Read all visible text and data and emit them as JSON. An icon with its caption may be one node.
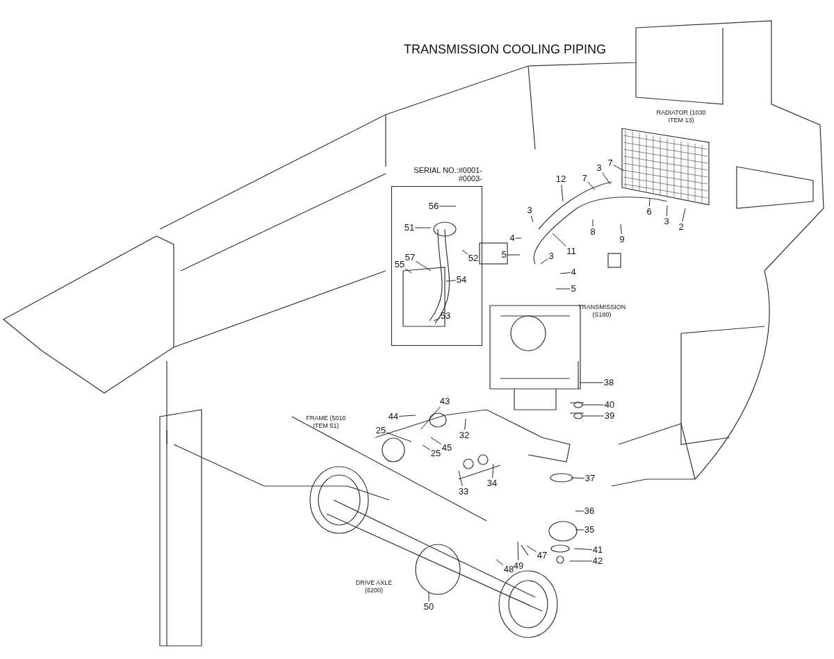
{
  "diagram": {
    "title": "TRANSMISSION COOLING PIPING",
    "nodes": [
      {
        "text": [
          "SERIAL NO.:#0001- #0003-"
        ]
      },
      {
        "text": [
          "56"
        ],
        "in": 0
      },
      {
        "text": [
          "51"
        ],
        "in": 0
      },
      {
        "text": [
          "57"
        ],
        "in": 0
      },
      {
        "text": [
          "55"
        ],
        "in": 0
      },
      {
        "text": [
          "52"
        ],
        "in": 0
      },
      {
        "text": [
          "54"
        ],
        "in": 0
      },
      {
        "text": [
          "53"
        ],
        "in": 0
      },
      {
        "text": [
          "7"
        ]
      },
      {
        "text": [
          "3"
        ]
      },
      {
        "text": [
          "12"
        ]
      },
      {
        "text": [
          "7"
        ]
      },
      {
        "text": [
          "3"
        ]
      },
      {
        "text": [
          "6"
        ]
      },
      {
        "text": [
          "3"
        ]
      },
      {
        "text": [
          "4"
        ]
      },
      {
        "text": [
          "8"
        ]
      },
      {
        "text": [
          "9"
        ]
      },
      {
        "text": [
          "2"
        ]
      },
      {
        "text": [
          "5"
        ]
      },
      {
        "text": [
          "11"
        ]
      },
      {
        "text": [
          "3"
        ]
      },
      {
        "text": [
          "4"
        ]
      },
      {
        "text": [
          "5"
        ]
      },
      {
        "text": [
          "38"
        ]
      },
      {
        "text": [
          "40"
        ]
      },
      {
        "text": [
          "39"
        ]
      },
      {
        "text": [
          "43"
        ]
      },
      {
        "text": [
          "44"
        ]
      },
      {
        "text": [
          "25"
        ]
      },
      {
        "text": [
          "32"
        ]
      },
      {
        "text": [
          "45"
        ]
      },
      {
        "text": [
          "25"
        ]
      },
      {
        "text": [
          "34"
        ]
      },
      {
        "text": [
          "37"
        ]
      },
      {
        "text": [
          "33"
        ]
      },
      {
        "text": [
          "36"
        ]
      },
      {
        "text": [
          "35"
        ]
      },
      {
        "text": [
          "47"
        ]
      },
      {
        "text": [
          "41"
        ]
      },
      {
        "text": [
          "42"
        ]
      },
      {
        "text": [
          "49"
        ]
      },
      {
        "text": [
          "48"
        ]
      },
      {
        "text": [
          "50"
        ]
      }
    ],
    "edges": [
      {
        "from": 1,
        "to": null,
        "arrow": "none"
      },
      {
        "from": 2,
        "to": null,
        "arrow": "none"
      },
      {
        "from": 3,
        "to": null,
        "arrow": "none"
      },
      {
        "from": 4,
        "to": null,
        "arrow": "none"
      },
      {
        "from": 5,
        "to": null,
        "arrow": "none"
      },
      {
        "from": 6,
        "to": null,
        "arrow": "none"
      },
      {
        "from": 7,
        "to": null,
        "arrow": "none"
      },
      {
        "from": 8,
        "to": null,
        "arrow": "none"
      },
      {
        "from": 9,
        "to": null,
        "arrow": "none"
      },
      {
        "from": 10,
        "to": null,
        "arrow": "none"
      },
      {
        "from": 11,
        "to": null,
        "arrow": "none"
      },
      {
        "from": 12,
        "to": null,
        "arrow": "none"
      },
      {
        "from": 13,
        "to": null,
        "arrow": "none"
      },
      {
        "from": 14,
        "to": null,
        "arrow": "none"
      },
      {
        "from": 15,
        "to": null,
        "arrow": "none"
      },
      {
        "from": 16,
        "to": null,
        "arrow": "none"
      },
      {
        "from": 17,
        "to": null,
        "arrow": "none"
      },
      {
        "from": 18,
        "to": null,
        "arrow": "none"
      },
      {
        "from": 19,
        "to": null,
        "arrow": "none"
      },
      {
        "from": 20,
        "to": null,
        "arrow": "none"
      },
      {
        "from": 21,
        "to": null,
        "arrow": "none"
      },
      {
        "from": 22,
        "to": null,
        "arrow": "none"
      },
      {
        "from": 23,
        "to": null,
        "arrow": "none"
      },
      {
        "from": 24,
        "to": null,
        "arrow": "none"
      },
      {
        "from": 25,
        "to": null,
        "arrow": "none"
      },
      {
        "from": 26,
        "to": null,
        "arrow": "none"
      },
      {
        "from": 27,
        "to": null,
        "arrow": "none"
      },
      {
        "from": 28,
        "to": null,
        "arrow": "none"
      },
      {
        "from": 29,
        "to": null,
        "arrow": "none"
      },
      {
        "from": 30,
        "to": null,
        "arrow": "none"
      },
      {
        "from": 31,
        "to": null,
        "arrow": "none"
      },
      {
        "from": 32,
        "to": null,
        "arrow": "none"
      },
      {
        "from": 33,
        "to": null,
        "arrow": "none"
      },
      {
        "from": 34,
        "to": null,
        "arrow": "none"
      },
      {
        "from": 35,
        "to": null,
        "arrow": "none"
      },
      {
        "from": 36,
        "to": null,
        "arrow": "none"
      },
      {
        "from": 37,
        "to": null,
        "arrow": "none"
      },
      {
        "from": 38,
        "to": null,
        "arrow": "none"
      },
      {
        "from": 39,
        "to": null,
        "arrow": "none"
      },
      {
        "from": 40,
        "to": null,
        "arrow": "none"
      },
      {
        "from": 41,
        "to": null,
        "arrow": "none"
      },
      {
        "from": 42,
        "to": null,
        "arrow": "none"
      },
      {
        "from": 43,
        "to": null,
        "arrow": "none"
      }
    ],
    "labels": [
      "RADIATOR (1030 ITEM 13)",
      "TRANSMISSION (S180)",
      "FRAME (5010 ITEM 51)",
      "DRIVE AXLE (6200)"
    ]
  }
}
